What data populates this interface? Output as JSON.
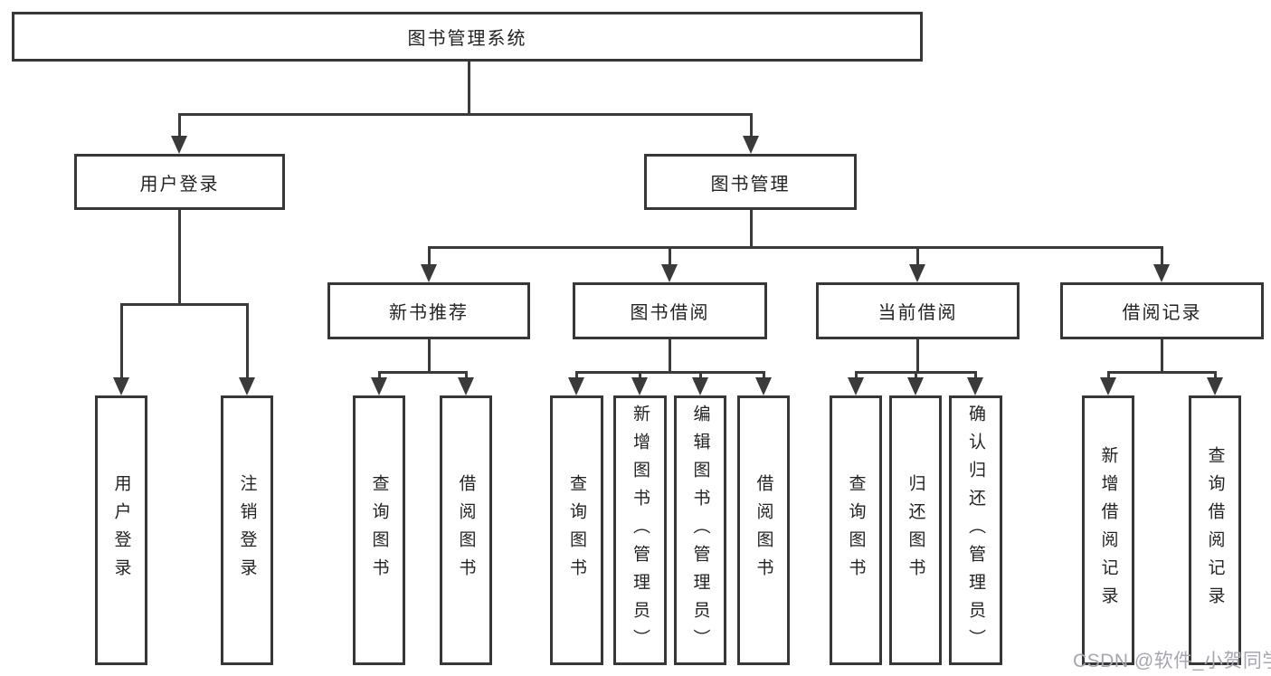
{
  "diagram": {
    "root": {
      "label": "图书管理系统"
    },
    "branches": [
      {
        "label": "用户登录",
        "children": [
          {
            "label": "用户登录"
          },
          {
            "label": "注销登录"
          }
        ]
      },
      {
        "label": "图书管理",
        "children": [
          {
            "label": "新书推荐",
            "children": [
              {
                "label": "查询图书"
              },
              {
                "label": "借阅图书"
              }
            ]
          },
          {
            "label": "图书借阅",
            "children": [
              {
                "label": "查询图书"
              },
              {
                "label": "新增图书（管理员）"
              },
              {
                "label": "编辑图书（管理员）"
              },
              {
                "label": "借阅图书"
              }
            ]
          },
          {
            "label": "当前借阅",
            "children": [
              {
                "label": "查询图书"
              },
              {
                "label": "归还图书"
              },
              {
                "label": "确认归还（管理员）"
              }
            ]
          },
          {
            "label": "借阅记录",
            "children": [
              {
                "label": "新增借阅记录"
              },
              {
                "label": "查询借阅记录"
              }
            ]
          }
        ]
      }
    ]
  },
  "watermark": {
    "text": "CSDN @软件_小贺同学"
  },
  "colors": {
    "line": "#3a3a3a",
    "box_border": "#373737",
    "box_background": "#ffffff",
    "text": "#232323",
    "page_background": "#ffffff",
    "watermark": "#a6a6b0"
  }
}
